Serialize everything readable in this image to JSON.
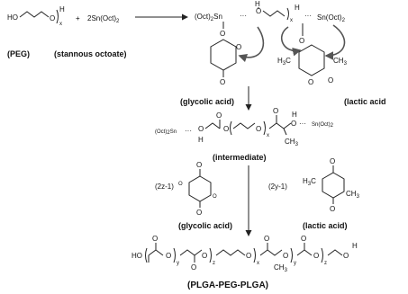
{
  "diagram": {
    "colors": {
      "ink": "#111111",
      "curl_arrow": "#555555",
      "background": "#ffffff"
    },
    "reaction_step_1": {
      "peg_formula": {
        "ho": "HO",
        "o": "O",
        "h": "H",
        "x": "x"
      },
      "plus": "+",
      "catalyst": "2Sn(Oct)",
      "catalyst_subscript": "2",
      "peg_label": "(PEG)",
      "catalyst_label": "(stannous octoate)",
      "complex_left": {
        "oct2sn": "(Oct)",
        "oct2sn_sub": "2",
        "sn": "Sn",
        "dots": "···",
        "o_top": "O",
        "o_ring": "O",
        "o_carbonyl": "O",
        "o_bottom": "O"
      },
      "complex_right": {
        "h": "H",
        "x": "x",
        "sn_oct2": "Sn(Oct)",
        "sn_oct2_sub": "2",
        "o": "O",
        "h3c": "H",
        "h3c_sub": "3",
        "h3c_c": "C",
        "ch3": "CH",
        "ch3_sub": "3",
        "o_ring": "O",
        "o_carbonyl": "O"
      },
      "glycolic_label": "(glycolic acid)",
      "lactic_label": "(lactic  acid"
    },
    "intermediate": {
      "left_group": "(Oct)",
      "left_sub": "2",
      "left_sn": "Sn",
      "h": "H",
      "o1": "O",
      "o2": "O",
      "o3": "O",
      "o4": "O",
      "o5": "O",
      "x": "x",
      "ch3": "CH",
      "ch3_sub": "3",
      "h_right": "H",
      "right_group": "Sn(Oct)",
      "right_sub": "2",
      "label": "(intermediate)"
    },
    "step_2": {
      "glycolic_coeff": "(2z-1)",
      "lactic_coeff": "(2y-1)",
      "h3c": "H",
      "h3c_sub": "3",
      "h3c_c": "C",
      "ch3": "CH",
      "ch3_sub": "3",
      "ring_o": "O",
      "glycolic_label": "(glycolic acid)",
      "lactic_label": "(lactic acid)"
    },
    "product": {
      "ho": "HO",
      "o": "O",
      "y": "y",
      "z": "z",
      "x": "x",
      "ch3": "CH",
      "ch3_sub": "3",
      "h_end": "H",
      "label": "(PLGA-PEG-PLGA)"
    }
  }
}
